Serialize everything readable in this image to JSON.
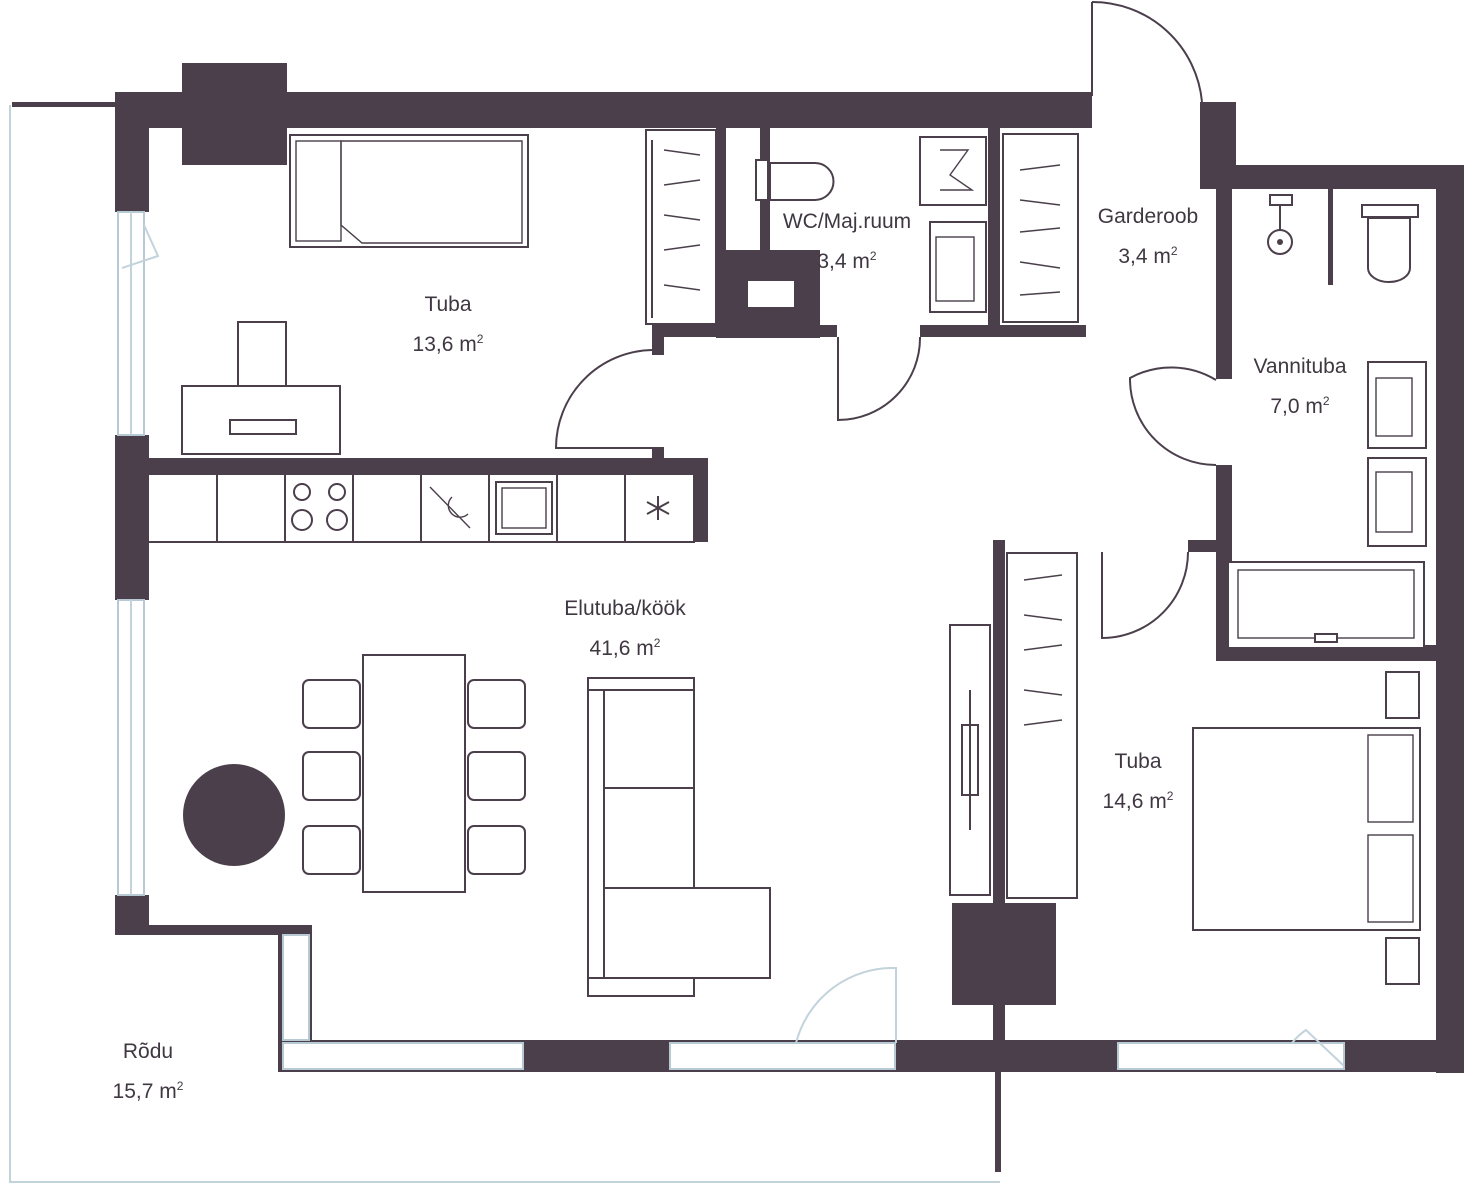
{
  "rooms": [
    {
      "name": "Tuba",
      "area": "13,6",
      "unit": "m"
    },
    {
      "name": "WC/Maj.ruum",
      "area": "3,4",
      "unit": "m"
    },
    {
      "name": "Garderoob",
      "area": "3,4",
      "unit": "m"
    },
    {
      "name": "Vannituba",
      "area": "7,0",
      "unit": "m"
    },
    {
      "name": "Elutuba/köök",
      "area": "41,6",
      "unit": "m"
    },
    {
      "name": "Tuba",
      "area": "14,6",
      "unit": "m"
    },
    {
      "name": "Rõdu",
      "area": "15,7",
      "unit": "m"
    }
  ],
  "unit_exponent": "2",
  "colors": {
    "wall": "#4a3f4b",
    "glass": "#c3d3dc",
    "text": "#3f3741"
  }
}
